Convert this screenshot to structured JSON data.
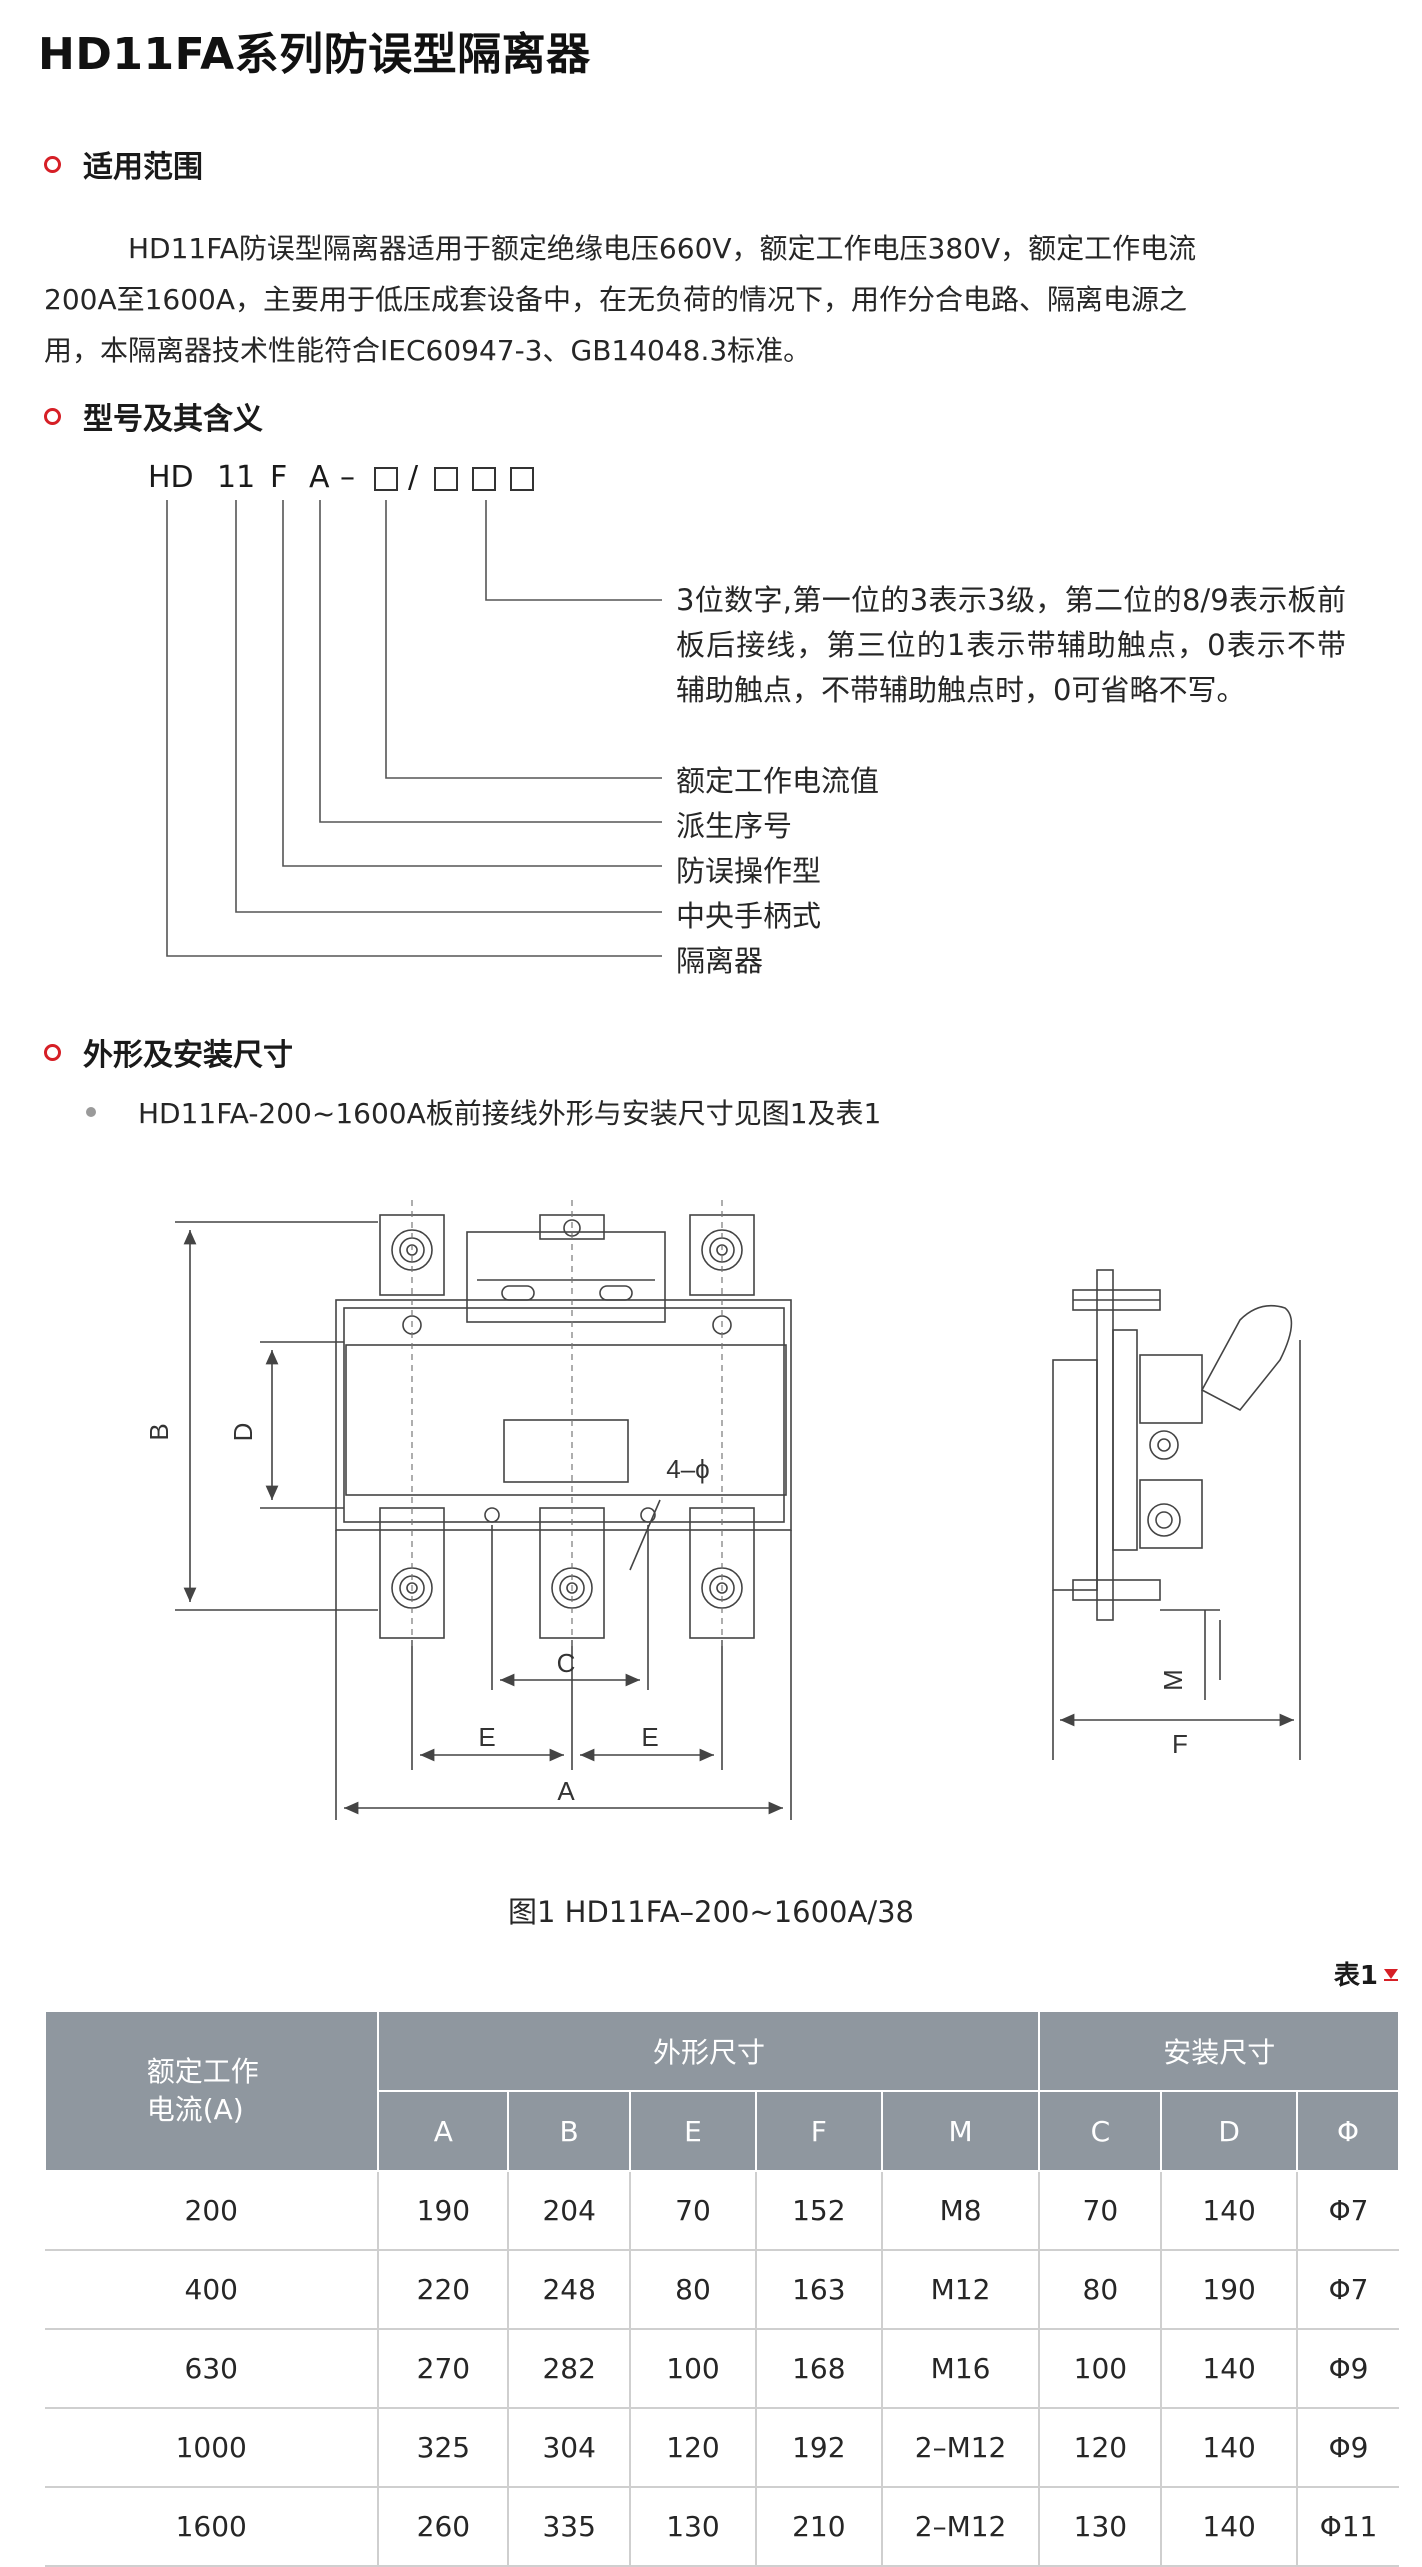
{
  "title": "HD11FA系列防误型隔离器",
  "sections": {
    "scope": {
      "heading": "适用范围",
      "line1": "HD11FA防误型隔离器适用于额定绝缘电压660V，额定工作电压380V，额定工作电流",
      "line2": "200A至1600A，主要用于低压成套设备中，在无负荷的情况下，用作分合电路、隔离电源之",
      "line3": "用，本隔离器技术性能符合IEC60947-3、GB14048.3标准。"
    },
    "model": {
      "heading": "型号及其含义",
      "code": {
        "hd": "HD",
        "n11": "11",
        "f": "F",
        "a": "A",
        "dash": "–",
        "slash": "/"
      },
      "desc_digits": "3位数字,第一位的3表示3级，第二位的8/9表示板前板后接线，第三位的1表示带辅助触点，0表示不带辅助触点，不带辅助触点时，0可省略不写。",
      "desc_current": "额定工作电流值",
      "desc_derived": "派生序号",
      "desc_antimis": "防误操作型",
      "desc_handle": "中央手柄式",
      "desc_isolator": "隔离器"
    },
    "dims": {
      "heading": "外形及安装尺寸",
      "bullet": "HD11FA-200~1600A板前接线外形与安装尺寸见图1及表1"
    }
  },
  "drawing_labels": {
    "b": "B",
    "d": "D",
    "c": "C",
    "e": "E",
    "a": "A",
    "f": "F",
    "m": "M",
    "hole": "4–ϕ"
  },
  "figure_caption": "图1 HD11FA–200~1600A/38",
  "table_tag": "表1",
  "table": {
    "col_rated": "额定工作电流(A)",
    "group_outline": "外形尺寸",
    "group_install": "安装尺寸",
    "sub_headers": [
      "A",
      "B",
      "E",
      "F",
      "M",
      "C",
      "D",
      "Φ"
    ],
    "rows": [
      [
        "200",
        "190",
        "204",
        "70",
        "152",
        "M8",
        "70",
        "140",
        "Φ7"
      ],
      [
        "400",
        "220",
        "248",
        "80",
        "163",
        "M12",
        "80",
        "190",
        "Φ7"
      ],
      [
        "630",
        "270",
        "282",
        "100",
        "168",
        "M16",
        "100",
        "140",
        "Φ9"
      ],
      [
        "1000",
        "325",
        "304",
        "120",
        "192",
        "2–M12",
        "120",
        "140",
        "Φ9"
      ],
      [
        "1600",
        "260",
        "335",
        "130",
        "210",
        "2–M12",
        "130",
        "140",
        "Φ11"
      ]
    ]
  }
}
